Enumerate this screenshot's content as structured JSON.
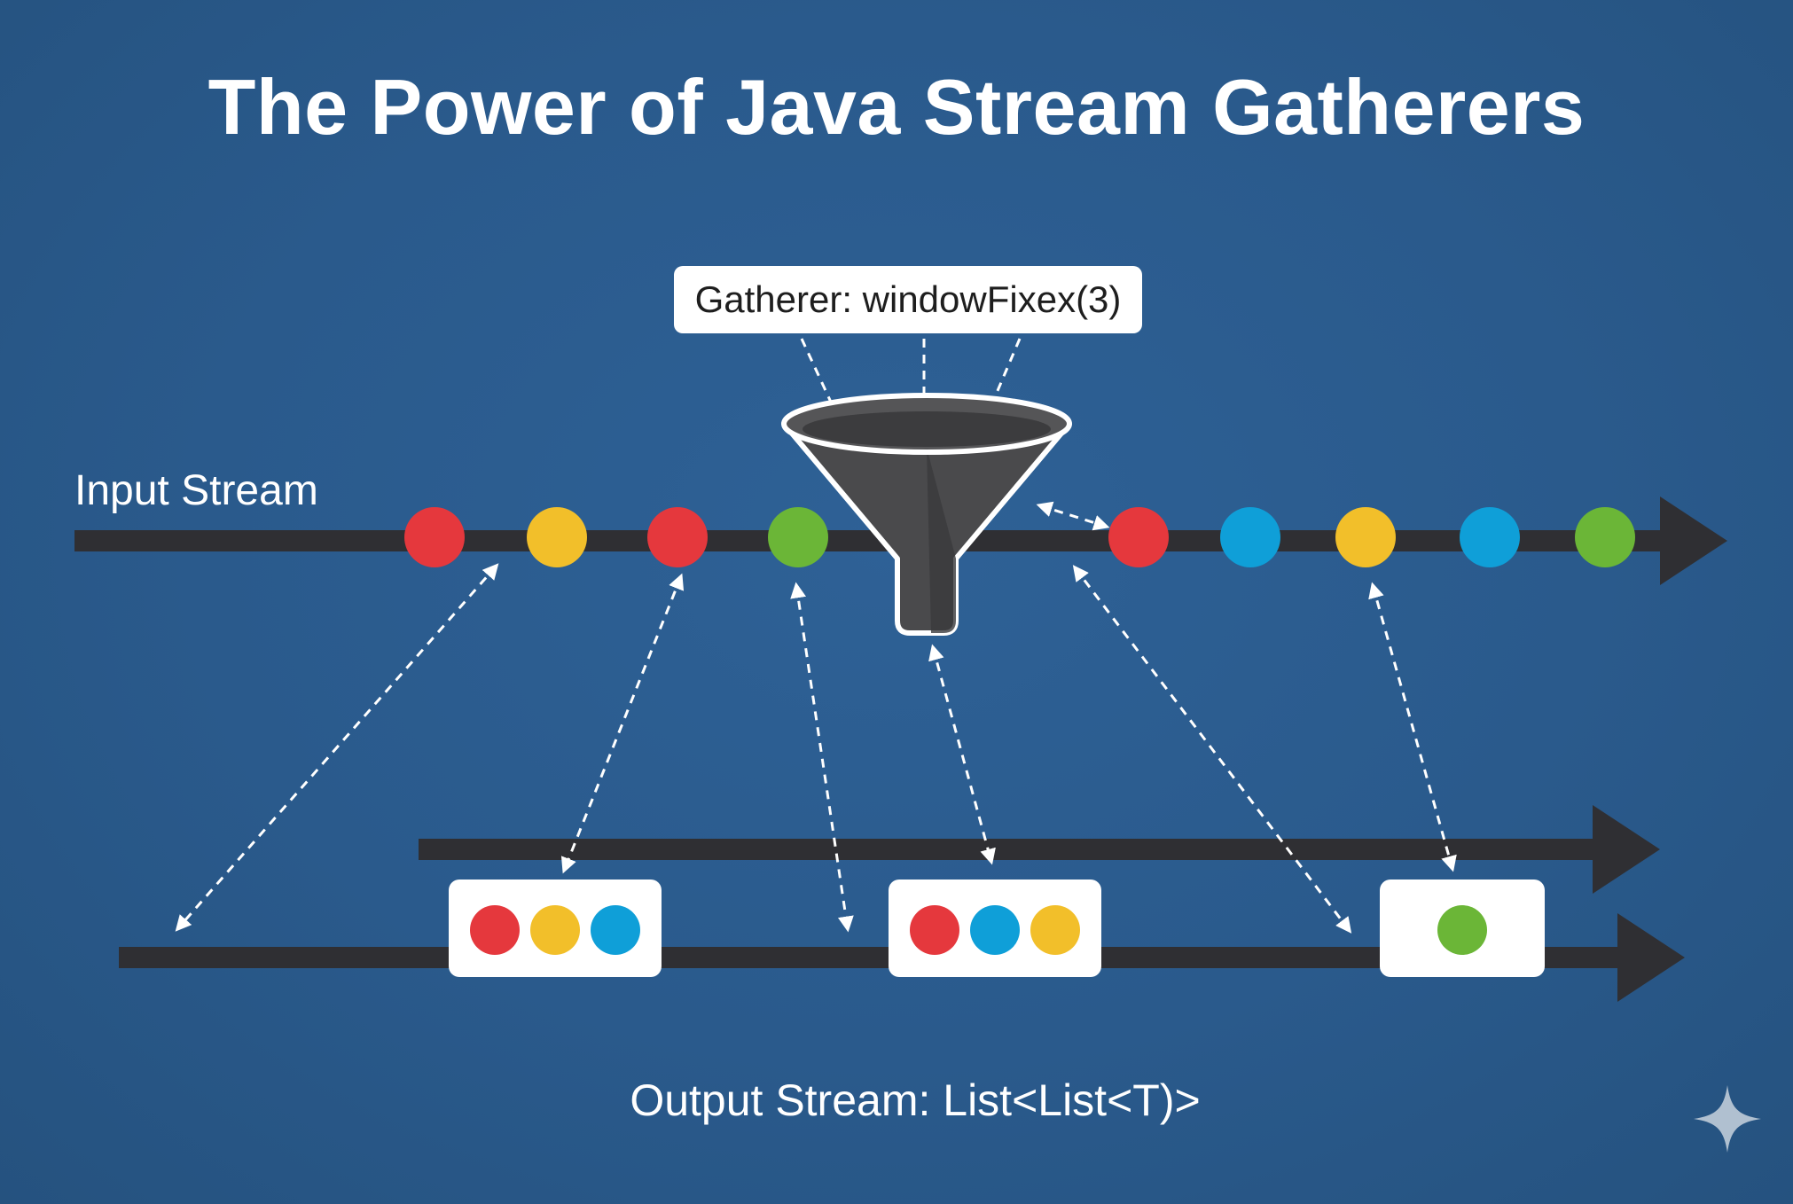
{
  "title": "The Power of Java Stream Gatherers",
  "gatherer_label": "Gatherer: windowFixex(3)",
  "input_stream_label": "Input Stream",
  "output_stream_label": "Output Stream: List<List<T)>",
  "colors": {
    "background": "#2b5b8e",
    "track": "#2f2f33",
    "red": "#e5383d",
    "yellow": "#f2bf2a",
    "green": "#6bb637",
    "blue": "#0f9fd8",
    "funnel": "#4a4a4c",
    "box": "#ffffff"
  },
  "input_stream": [
    "red",
    "yellow",
    "red",
    "green",
    "red",
    "blue",
    "yellow",
    "blue",
    "green"
  ],
  "output_windows": [
    [
      "red",
      "yellow",
      "blue"
    ],
    [
      "red",
      "blue",
      "yellow"
    ],
    [
      "green"
    ]
  ],
  "icons": [
    "funnel-icon",
    "sparkle-icon"
  ]
}
